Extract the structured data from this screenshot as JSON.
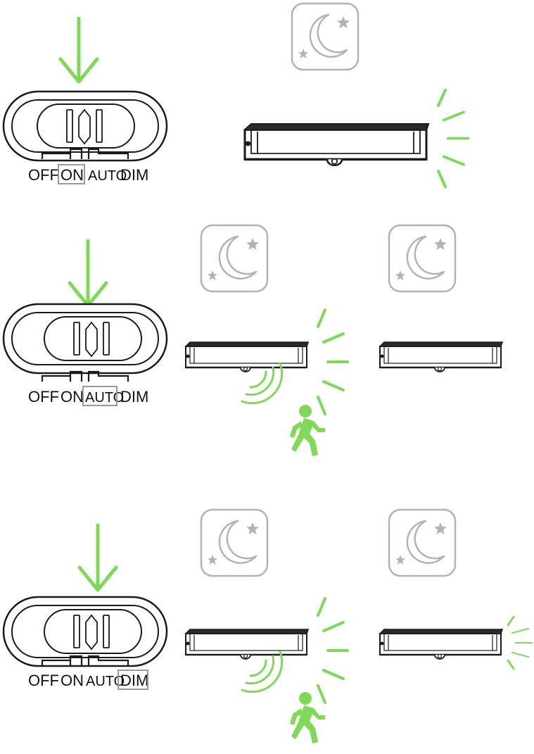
{
  "colors": {
    "accent": "#7ed957",
    "icon_gray": "#b3b3b3",
    "line": "#1a1a1a"
  },
  "switch_labels": {
    "off": "OFF",
    "on": "ON",
    "auto": "AUTO",
    "dim": "DIM"
  },
  "panels": [
    {
      "mode": "ON",
      "selected": "on"
    },
    {
      "mode": "AUTO",
      "selected": "auto"
    },
    {
      "mode": "DIM",
      "selected": "dim"
    }
  ],
  "icons": {
    "arrow": "arrow-down-icon",
    "night": "moon-stars-icon",
    "light": "light-bar-icon",
    "motion": "motion-waves-icon",
    "person": "walking-person-icon",
    "rays": "light-rays-icon"
  }
}
